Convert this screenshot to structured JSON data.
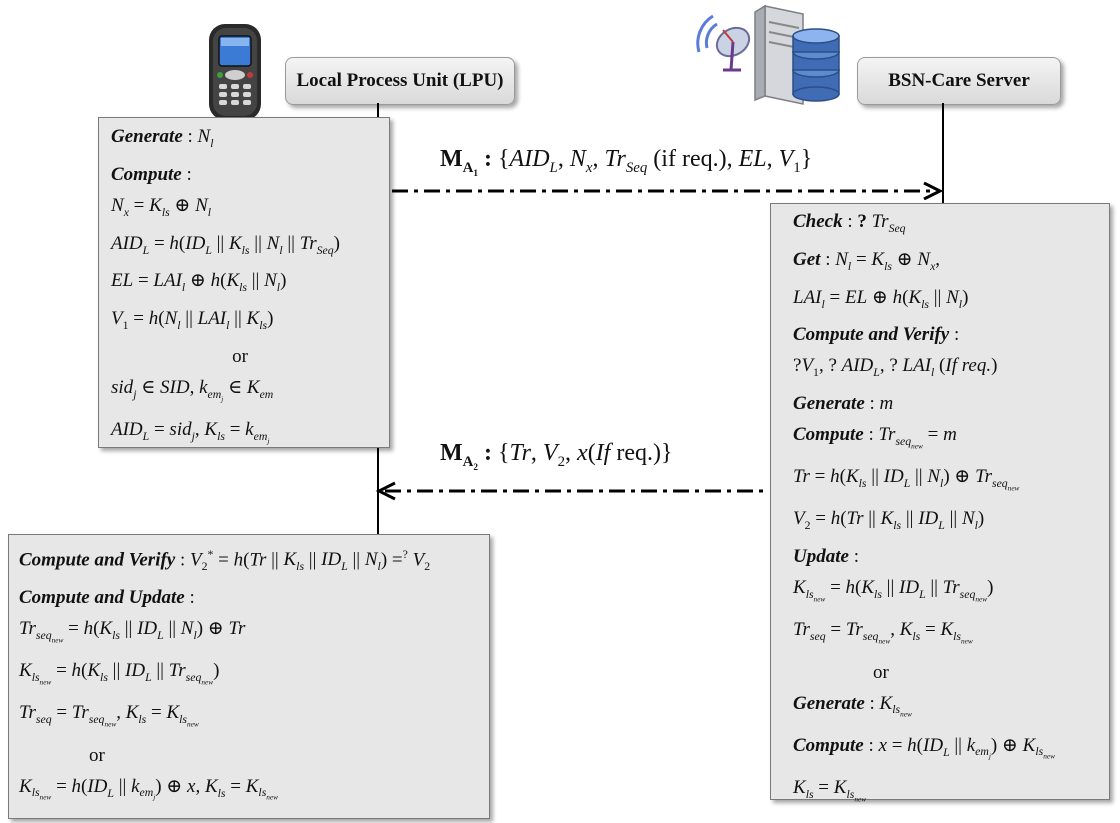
{
  "entities": {
    "lpu_label": "Local Process Unit (LPU)",
    "server_label": "BSN-Care Server"
  },
  "icons": {
    "phone": "mobile-phone-icon",
    "server": "server-database-satellite-icon"
  },
  "lpu_box": {
    "lines": [
      "Generate : N_l",
      "Compute :",
      "N_x = K_ls ⊕ N_l",
      "AID_L = h(ID_L || K_ls || N_l || Tr_Seq)",
      "EL = LAI_l ⊕ h(K_ls || N_l)",
      "V_1 = h(N_l || LAI_l || K_ls)",
      "or",
      "sid_j ∈ SID, k_em_j ∈ K_em",
      "AID_L = sid_j, K_ls = k_em_j"
    ]
  },
  "server_box": {
    "lines": [
      "Check : ? Tr_Seq",
      "Get : N_l = K_ls ⊕ N_x,",
      "LAI_l = EL ⊕ h(K_ls || N_l)",
      "Compute and Verify :",
      "?V_1, ? AID_L, ? LAI_l (If req.)",
      "Generate : m",
      "Compute : Tr_seq_new = m",
      "Tr = h(K_ls || ID_L || N_l) ⊕ Tr_seq_new",
      "V_2 = h(Tr || K_ls || ID_L || N_l)",
      "Update :",
      "K_ls_new = h(K_ls || ID_L || Tr_seq_new)",
      "Tr_seq = Tr_seq_new, K_ls = K_ls_new",
      "or",
      "Generate : K_ls_new",
      "Compute : x = h(ID_L || k_em_j) ⊕ K_ls_new",
      "K_ls = K_ls_new"
    ]
  },
  "lpu_final_box": {
    "lines": [
      "Compute and Verify : V_2* = h(Tr || K_ls || ID_L || N_l) =? V_2",
      "Compute and Update :",
      "Tr_seq_new = h(K_ls || ID_L || N_l) ⊕ Tr",
      "K_ls_new = h(K_ls || ID_L || Tr_seq_new)",
      "Tr_seq = Tr_seq_new, K_ls = K_ls_new",
      "or",
      "K_ls_new = h(ID_L || k_em_j) ⊕ x, K_ls = K_ls_new"
    ]
  },
  "messages": {
    "m1": "M_A1 : {AID_L, N_x, Tr_Seq (if req.), EL, V_1}",
    "m2": "M_A2 : {Tr, V_2, x(If req.)}"
  }
}
